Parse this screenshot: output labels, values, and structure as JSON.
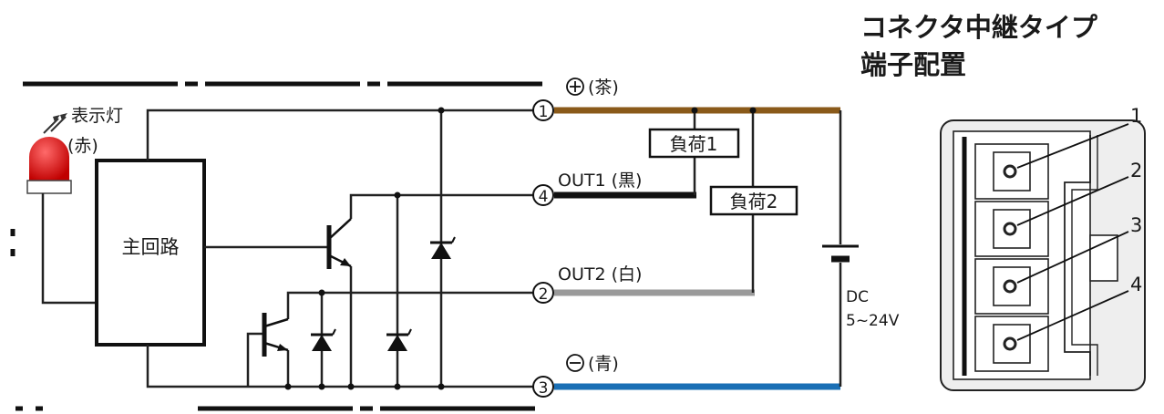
{
  "indicator": {
    "label_line1": "表示灯",
    "label_line2": "(赤)"
  },
  "main_circuit": {
    "label": "主回路"
  },
  "pins": {
    "p1": "1",
    "p2": "2",
    "p3": "3",
    "p4": "4",
    "plus_label": "(茶)",
    "minus_label": "(青)",
    "out1_label": "OUT1 (黒)",
    "out2_label": "OUT2 (白)"
  },
  "loads": {
    "load1": "負荷1",
    "load2": "負荷2"
  },
  "supply": {
    "line1": "DC",
    "line2": "5~24V"
  },
  "connector": {
    "title_line1": "コネクタ中継タイプ",
    "title_line2": "端子配置",
    "pin_labels": [
      "1",
      "2",
      "3",
      "4"
    ]
  },
  "colors": {
    "brown": "#8a5a1a",
    "black": "#111111",
    "gray": "#9a9a9a",
    "blue": "#1a6fb5",
    "lamp_red": "#d41414"
  }
}
